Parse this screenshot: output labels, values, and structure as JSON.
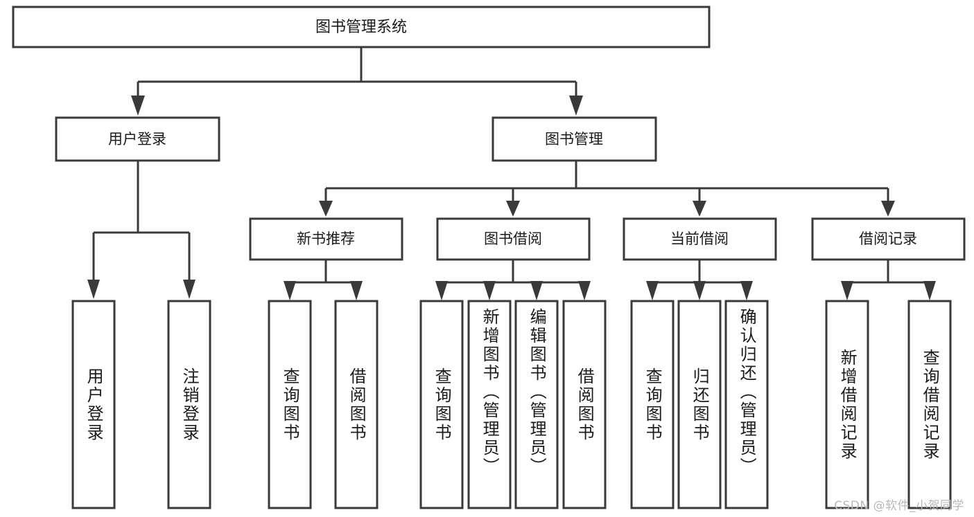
{
  "diagram": {
    "title": "图书管理系统",
    "watermark": "CSDN @软件_小贺同学",
    "colors": {
      "background": "#ffffff",
      "box_stroke": "#3a3a3a",
      "box_fill": "#ffffff",
      "text": "#1a1a1a",
      "watermark": "#b8b8b8"
    },
    "root": {
      "label": "图书管理系统"
    },
    "level1": [
      {
        "label": "用户登录"
      },
      {
        "label": "图书管理"
      }
    ],
    "level2": [
      {
        "label": "新书推荐"
      },
      {
        "label": "图书借阅"
      },
      {
        "label": "当前借阅"
      },
      {
        "label": "借阅记录"
      }
    ],
    "leaves": {
      "user_login": [
        {
          "label": "用户登录"
        },
        {
          "label": "注销登录"
        }
      ],
      "new_book_recommend": [
        {
          "label": "查询图书"
        },
        {
          "label": "借阅图书"
        }
      ],
      "book_borrow": [
        {
          "label": "查询图书"
        },
        {
          "label": "新增图书（管理员）"
        },
        {
          "label": "编辑图书（管理员）"
        },
        {
          "label": "借阅图书"
        }
      ],
      "current_borrow": [
        {
          "label": "查询图书"
        },
        {
          "label": "归还图书"
        },
        {
          "label": "确认归还（管理员）"
        }
      ],
      "borrow_record": [
        {
          "label": "新增借阅记录"
        },
        {
          "label": "查询借阅记录"
        }
      ]
    }
  }
}
